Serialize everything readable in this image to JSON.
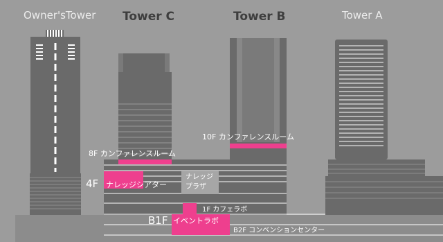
{
  "towers": {
    "owners": "Owner'sTower",
    "c": "Tower C",
    "b": "Tower B",
    "a": "Tower A"
  },
  "floors": {
    "tower_b_10f": "10F カンファレンスルーム",
    "tower_c_8f": "8F カンファレンスルーム",
    "floor_4f": "4F",
    "theater": "ナレッジシアター",
    "plaza_line1": "ナレッジ",
    "plaza_line2": "プラザ",
    "cafe_1f": "1F カフェラボ",
    "floor_b1f": "B1F",
    "event_lab": "イベントラボ",
    "convention_b2f": "B2F コンベンションセンター"
  },
  "colors": {
    "background": "#9c9c9c",
    "tower_dark": "#6a6a6a",
    "tower_light": "#888888",
    "highlight": "#ee3f8e",
    "line": "#ffffff"
  }
}
